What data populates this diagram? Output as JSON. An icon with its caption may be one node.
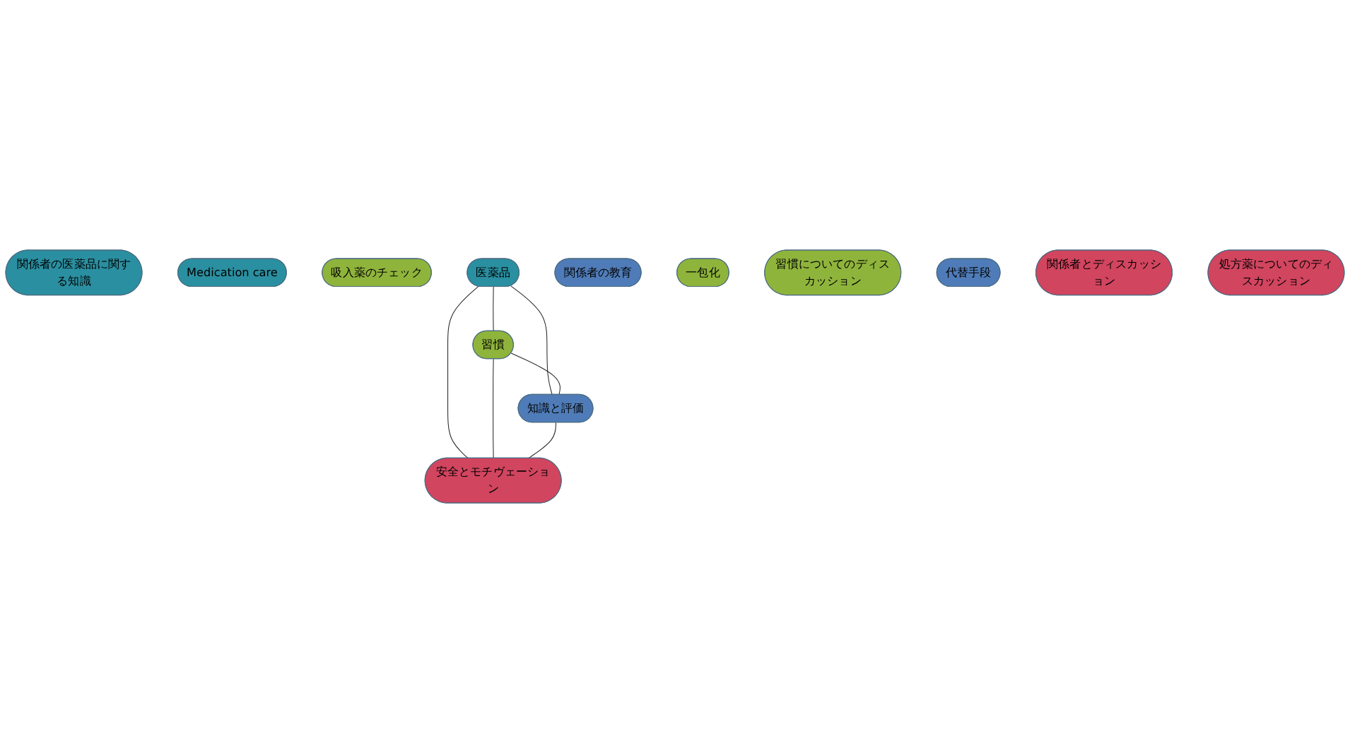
{
  "diagram": {
    "nodes": [
      {
        "text": [
          "関係者の医薬品に関する知識"
        ]
      },
      {
        "text": [
          "Medication care"
        ]
      },
      {
        "text": [
          "吸入薬のチェック"
        ]
      },
      {
        "text": [
          "医薬品"
        ]
      },
      {
        "text": [
          "関係者の教育"
        ]
      },
      {
        "text": [
          "一包化"
        ]
      },
      {
        "text": [
          "習慣"
        ]
      },
      {
        "text": [
          "知識と評価"
        ]
      },
      {
        "text": [
          "習慣についてのディスカッション"
        ]
      },
      {
        "text": [
          "代替手段"
        ]
      },
      {
        "text": [
          "安全とモチヴェーション"
        ]
      },
      {
        "text": [
          "関係者とディスカッション"
        ]
      },
      {
        "text": [
          "処方薬についてのディスカッション"
        ]
      }
    ],
    "edges": [
      {
        "from": 3,
        "to": 6,
        "arrow": "none"
      },
      {
        "from": 3,
        "to": 7,
        "arrow": "none"
      },
      {
        "from": 3,
        "to": 10,
        "arrow": "none"
      },
      {
        "from": 6,
        "to": 7,
        "arrow": "none"
      },
      {
        "from": 6,
        "to": 10,
        "arrow": "none"
      },
      {
        "from": 7,
        "to": 10,
        "arrow": "none"
      }
    ]
  }
}
